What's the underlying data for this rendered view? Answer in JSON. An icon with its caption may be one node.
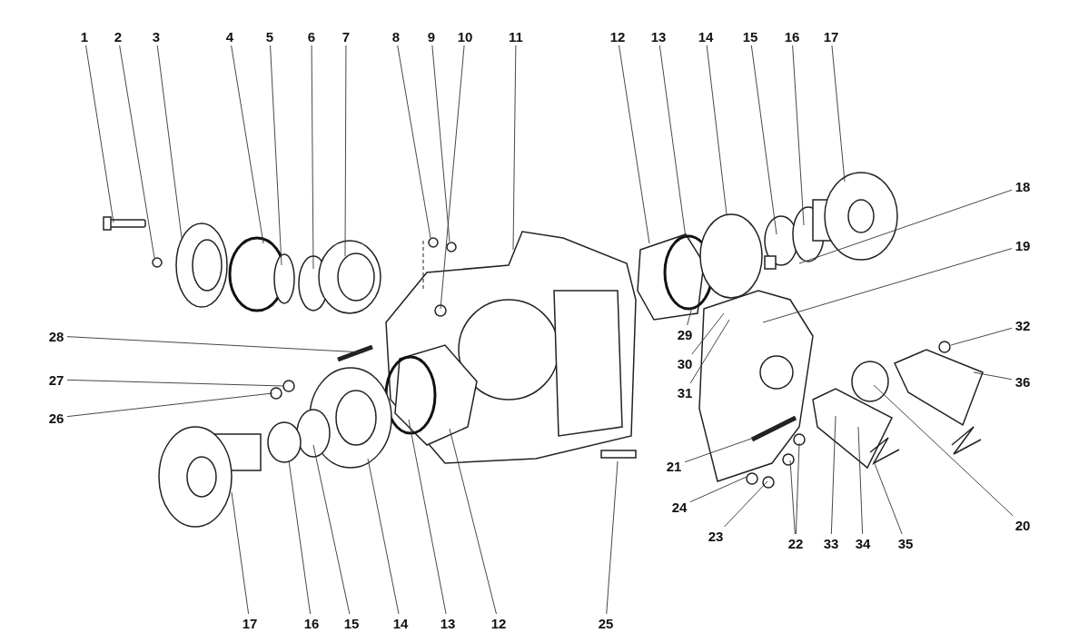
{
  "diagram": {
    "nodes": [
      {
        "text": [
          "1"
        ]
      },
      {
        "text": [
          "2"
        ]
      },
      {
        "text": [
          "3"
        ]
      },
      {
        "text": [
          "4"
        ]
      },
      {
        "text": [
          "5"
        ]
      },
      {
        "text": [
          "6"
        ]
      },
      {
        "text": [
          "7"
        ]
      },
      {
        "text": [
          "8"
        ]
      },
      {
        "text": [
          "9"
        ]
      },
      {
        "text": [
          "10"
        ]
      },
      {
        "text": [
          "11"
        ]
      },
      {
        "text": [
          "12"
        ]
      },
      {
        "text": [
          "13"
        ]
      },
      {
        "text": [
          "14"
        ]
      },
      {
        "text": [
          "15"
        ]
      },
      {
        "text": [
          "16"
        ]
      },
      {
        "text": [
          "17"
        ]
      },
      {
        "text": [
          "18"
        ]
      },
      {
        "text": [
          "19"
        ]
      },
      {
        "text": [
          "28"
        ]
      },
      {
        "text": [
          "27"
        ]
      },
      {
        "text": [
          "26"
        ]
      },
      {
        "text": [
          "32"
        ]
      },
      {
        "text": [
          "29"
        ]
      },
      {
        "text": [
          "30"
        ]
      },
      {
        "text": [
          "31"
        ]
      },
      {
        "text": [
          "36"
        ]
      },
      {
        "text": [
          "21"
        ]
      },
      {
        "text": [
          "20"
        ]
      },
      {
        "text": [
          "24"
        ]
      },
      {
        "text": [
          "23"
        ]
      },
      {
        "text": [
          "22"
        ]
      },
      {
        "text": [
          "33"
        ]
      },
      {
        "text": [
          "34"
        ]
      },
      {
        "text": [
          "35"
        ]
      },
      {
        "text": [
          "17"
        ]
      },
      {
        "text": [
          "16"
        ]
      },
      {
        "text": [
          "15"
        ]
      },
      {
        "text": [
          "14"
        ]
      },
      {
        "text": [
          "13"
        ]
      },
      {
        "text": [
          "12"
        ]
      },
      {
        "text": [
          "25"
        ]
      }
    ],
    "edges": [
      {
        "from": 0,
        "to": null,
        "arrow": "none"
      },
      {
        "from": 1,
        "to": null,
        "arrow": "none"
      },
      {
        "from": 2,
        "to": null,
        "arrow": "none"
      },
      {
        "from": 3,
        "to": null,
        "arrow": "none"
      },
      {
        "from": 4,
        "to": null,
        "arrow": "none"
      },
      {
        "from": 5,
        "to": null,
        "arrow": "none"
      },
      {
        "from": 6,
        "to": null,
        "arrow": "none"
      },
      {
        "from": 7,
        "to": null,
        "arrow": "none"
      },
      {
        "from": 8,
        "to": null,
        "arrow": "none"
      },
      {
        "from": 9,
        "to": null,
        "arrow": "none"
      },
      {
        "from": 10,
        "to": null,
        "arrow": "none"
      },
      {
        "from": 11,
        "to": null,
        "arrow": "none"
      },
      {
        "from": 12,
        "to": null,
        "arrow": "none"
      },
      {
        "from": 13,
        "to": null,
        "arrow": "none"
      },
      {
        "from": 14,
        "to": null,
        "arrow": "none"
      },
      {
        "from": 15,
        "to": null,
        "arrow": "none"
      },
      {
        "from": 16,
        "to": null,
        "arrow": "none"
      },
      {
        "from": 17,
        "to": null,
        "arrow": "none"
      },
      {
        "from": 18,
        "to": null,
        "arrow": "none"
      },
      {
        "from": 19,
        "to": null,
        "arrow": "none"
      },
      {
        "from": 20,
        "to": null,
        "arrow": "none"
      },
      {
        "from": 21,
        "to": null,
        "arrow": "none"
      },
      {
        "from": 22,
        "to": null,
        "arrow": "none"
      },
      {
        "from": 23,
        "to": null,
        "arrow": "none"
      },
      {
        "from": 24,
        "to": null,
        "arrow": "none"
      },
      {
        "from": 25,
        "to": null,
        "arrow": "none"
      },
      {
        "from": 26,
        "to": null,
        "arrow": "none"
      },
      {
        "from": 27,
        "to": null,
        "arrow": "none"
      },
      {
        "from": 28,
        "to": null,
        "arrow": "none"
      },
      {
        "from": 29,
        "to": null,
        "arrow": "none"
      },
      {
        "from": 30,
        "to": null,
        "arrow": "none"
      },
      {
        "from": 31,
        "to": null,
        "arrow": "none"
      },
      {
        "from": 31,
        "to": null,
        "arrow": "none"
      },
      {
        "from": 32,
        "to": null,
        "arrow": "none"
      },
      {
        "from": 33,
        "to": null,
        "arrow": "none"
      },
      {
        "from": 34,
        "to": null,
        "arrow": "none"
      },
      {
        "from": 35,
        "to": null,
        "arrow": "none"
      },
      {
        "from": 36,
        "to": null,
        "arrow": "none"
      },
      {
        "from": 37,
        "to": null,
        "arrow": "none"
      },
      {
        "from": 38,
        "to": null,
        "arrow": "none"
      },
      {
        "from": 39,
        "to": null,
        "arrow": "none"
      },
      {
        "from": 40,
        "to": null,
        "arrow": "none"
      },
      {
        "from": 41,
        "to": null,
        "arrow": "none"
      }
    ]
  }
}
